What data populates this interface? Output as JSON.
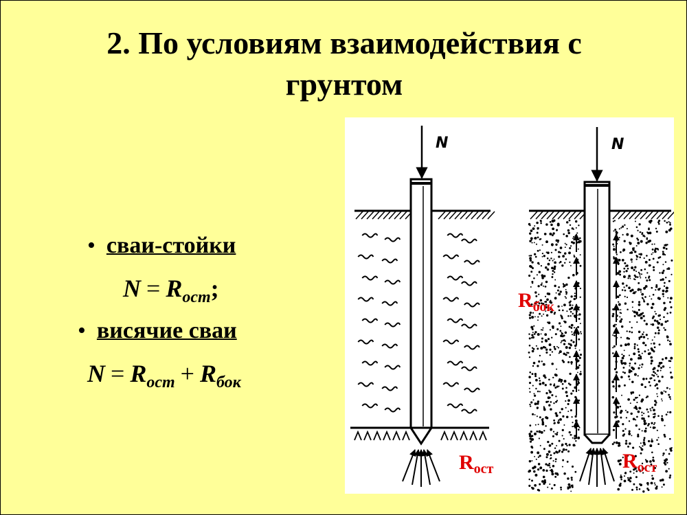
{
  "title": {
    "line1": "2. По условиям взаимодействия с",
    "line2": "грунтом"
  },
  "bullets": [
    {
      "marker": "•",
      "label": "сваи-стойки"
    },
    {
      "marker": "•",
      "label": "висячие сваи"
    }
  ],
  "formulas": {
    "f1": {
      "lhs": "N",
      "eq": "=",
      "r": "R",
      "sub1": "ост",
      "tail": ";"
    },
    "f2": {
      "lhs": "N",
      "eq": "=",
      "r1": "R",
      "sub1": "ост",
      "plus": "+",
      "r2": "R",
      "sub2": "бок"
    }
  },
  "figure": {
    "load_label_left": "N",
    "load_label_right": "N",
    "r_ost_left": {
      "base": "R",
      "sub": "ост"
    },
    "r_bok": {
      "base": "R",
      "sub": "бок"
    },
    "r_ost_right": {
      "base": "R",
      "sub": "ост"
    }
  },
  "colors": {
    "background": "#ffff99",
    "figure_bg": "#ffffff",
    "red_label": "#e00000",
    "ink": "#000000"
  }
}
